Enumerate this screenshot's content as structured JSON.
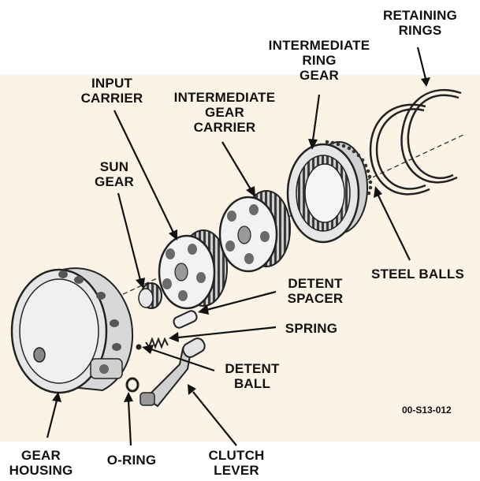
{
  "labels": {
    "retaining_rings": "RETAINING\nRINGS",
    "intermediate_ring_gear": "INTERMEDIATE\nRING\nGEAR",
    "input_carrier": "INPUT\nCARRIER",
    "intermediate_gear_carrier": "INTERMEDIATE\nGEAR\nCARRIER",
    "sun_gear": "SUN\nGEAR",
    "steel_balls": "STEEL BALLS",
    "detent_spacer": "DETENT\nSPACER",
    "spring": "SPRING",
    "detent_ball": "DETENT\nBALL",
    "gear_housing": "GEAR\nHOUSING",
    "o_ring": "O-RING",
    "clutch_lever": "CLUTCH\nLEVER"
  },
  "figure_id": "00-S13-012"
}
